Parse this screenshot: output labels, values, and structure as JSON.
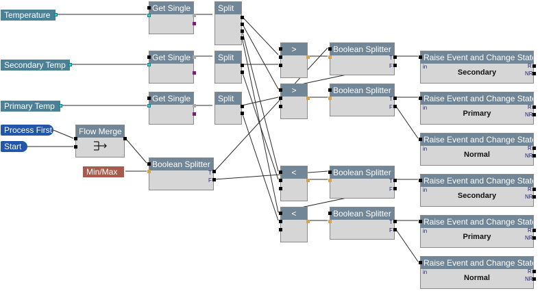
{
  "inputs": {
    "temperature": "Temperature",
    "secondary_temp": "Secondary Temp",
    "primary_temp": "Primary Temp"
  },
  "events": {
    "process_first": "Process First",
    "start": "Start"
  },
  "outputs": {
    "minmax": "Min/Max"
  },
  "nodes": {
    "get_single": "Get Single",
    "split": "Split",
    "flow_merge": "Flow Merge",
    "boolean_splitter": "Boolean Splitter",
    "greater": ">",
    "less": "<",
    "raise_event": "Raise Event and Change State"
  },
  "pins": {
    "true": "T",
    "false": "F",
    "in": "in",
    "r": "R",
    "nr": "NR"
  },
  "states": [
    "Secondary",
    "Primary",
    "Normal",
    "Secondary",
    "Primary",
    "Normal"
  ],
  "colors": {
    "node_header": "#718696",
    "node_body": "#d6d6d6",
    "input_label": "#4a8197",
    "event_label": "#2356a8",
    "output_label": "#a75b4c"
  }
}
